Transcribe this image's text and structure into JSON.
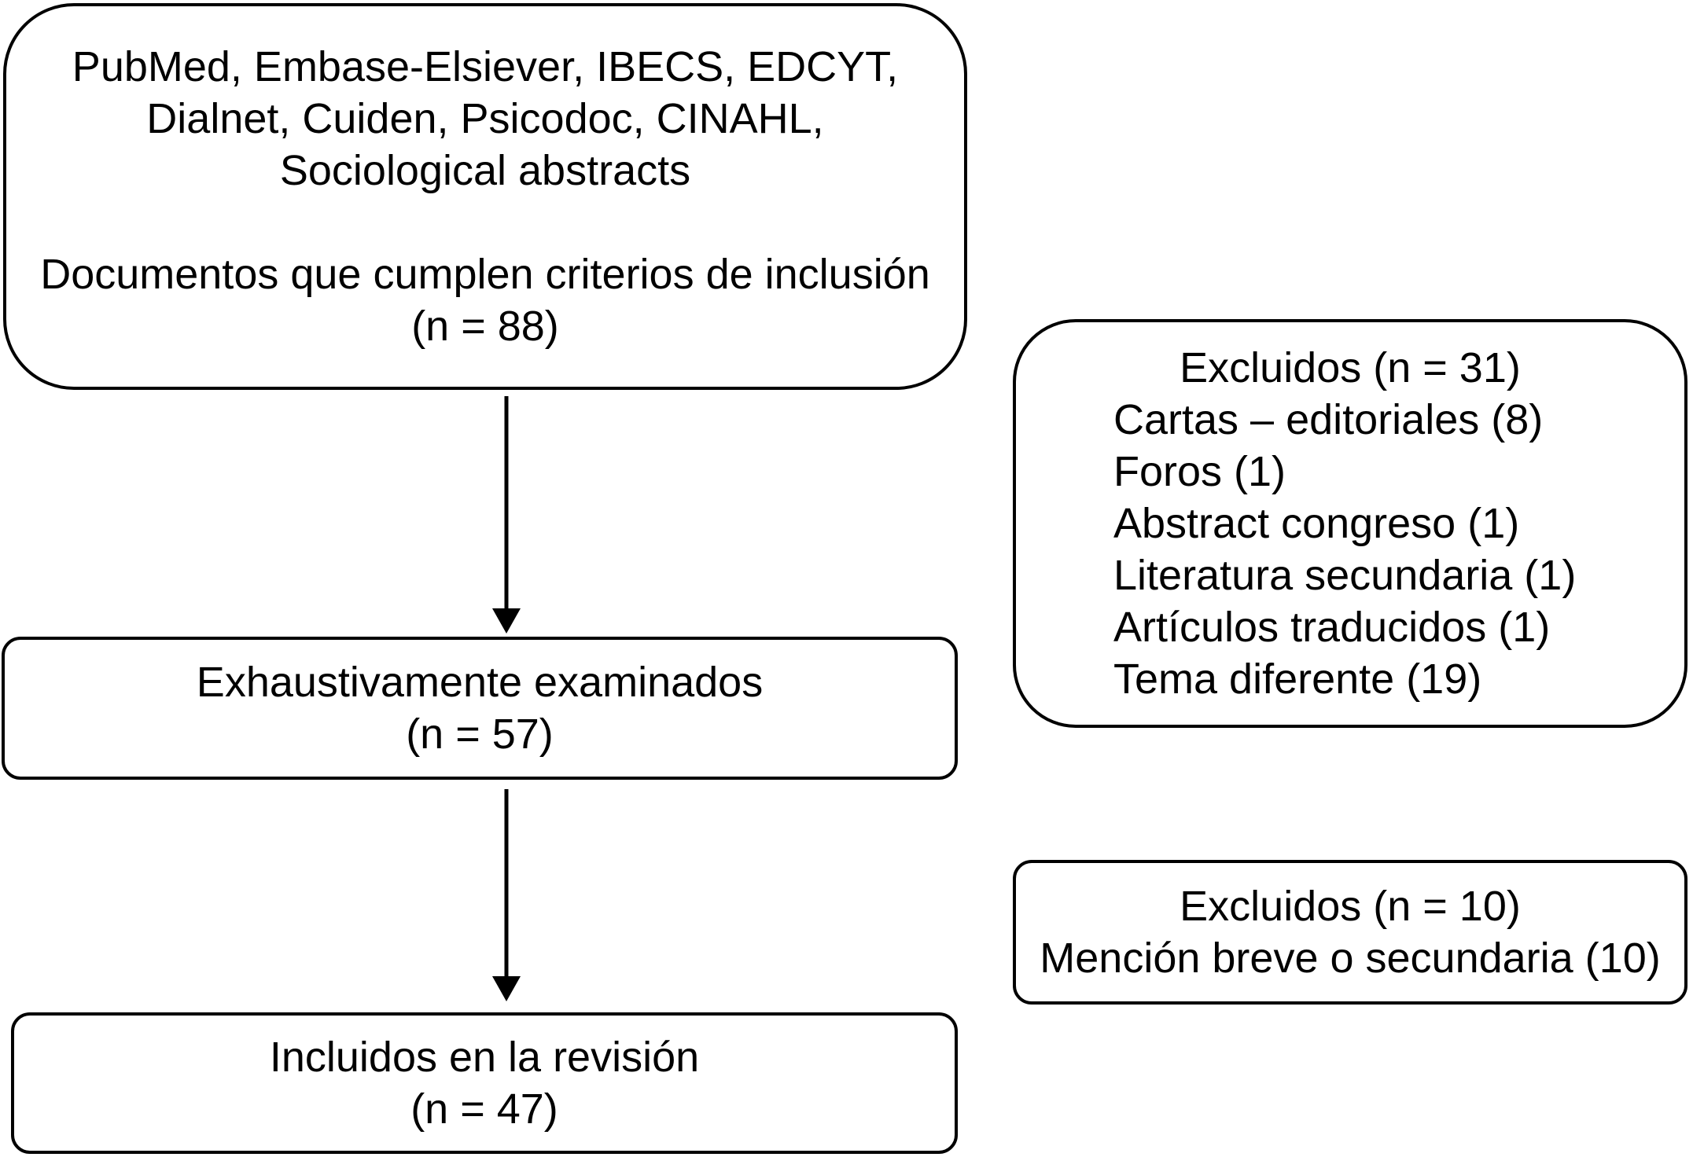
{
  "flow": {
    "sources": {
      "databases": [
        "PubMed, Embase-Elsiever, IBECS, EDCYT,",
        "Dialnet, Cuiden, Psicodoc, CINAHL,",
        "Sociological abstracts"
      ],
      "label": "Documentos que cumplen criterios de inclusión",
      "count": "(n = 88)"
    },
    "examined": {
      "label": "Exhaustivamente examinados",
      "count": "(n = 57)"
    },
    "included": {
      "label": "Incluidos en la revisión",
      "count": "(n = 47)"
    },
    "excluded_1": {
      "title": "Excluidos (n = 31)",
      "items": [
        "Cartas – editoriales (8)",
        "Foros (1)",
        "Abstract congreso (1)",
        "Literatura secundaria (1)",
        "Artículos traducidos (1)",
        "Tema diferente (19)"
      ]
    },
    "excluded_2": {
      "title": "Excluidos (n = 10)",
      "items": [
        "Mención breve o secundaria (10)"
      ]
    }
  }
}
